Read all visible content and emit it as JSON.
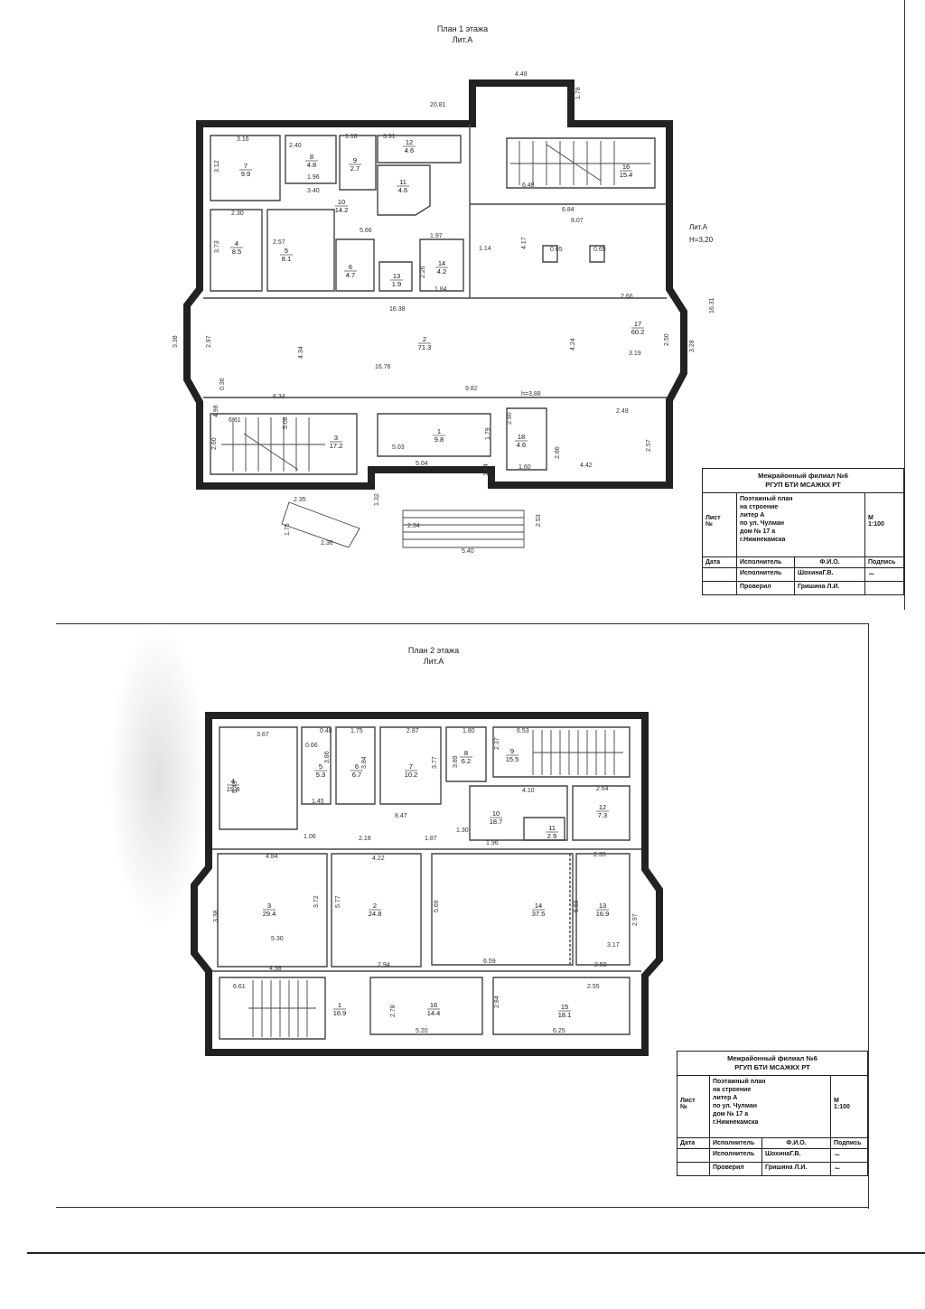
{
  "floor1": {
    "title": "План 1 этажа",
    "subtitle": "Лит.А",
    "lit_label": "Лит.А",
    "height_label": "Н=3,20",
    "ceiling_note": "h=3,88",
    "rooms": [
      {
        "num": "1",
        "area": "9.8"
      },
      {
        "num": "2",
        "area": "71.3"
      },
      {
        "num": "3",
        "area": "17.2"
      },
      {
        "num": "4",
        "area": "8.5"
      },
      {
        "num": "5",
        "area": "8.1"
      },
      {
        "num": "6",
        "area": "4.7"
      },
      {
        "num": "7",
        "area": "9.9"
      },
      {
        "num": "8",
        "area": "4.8"
      },
      {
        "num": "9",
        "area": "2.7"
      },
      {
        "num": "10",
        "area": "14.2"
      },
      {
        "num": "11",
        "area": "4.6"
      },
      {
        "num": "12",
        "area": "4.6"
      },
      {
        "num": "13",
        "area": "1.9"
      },
      {
        "num": "14",
        "area": "4.2"
      },
      {
        "num": "16",
        "area": "15.4"
      },
      {
        "num": "17",
        "area": "60.2"
      },
      {
        "num": "18",
        "area": "4.6"
      }
    ],
    "dims": [
      "4.48",
      "1.78",
      "20.81",
      "3.16",
      "2.40",
      "1.18",
      "3.91",
      "3.12",
      "1.96",
      "3.40",
      "6.48",
      "6.84",
      "8.07",
      "2.30",
      "3.73",
      "2.57",
      "5.66",
      "1.97",
      "4.17",
      "0.65",
      "0.65",
      "2.26",
      "1.84",
      "1.14",
      "16.38",
      "2.66",
      "16.31",
      "3.38",
      "2.97",
      "4.34",
      "16.76",
      "4.24",
      "3.19",
      "3.28",
      "2.50",
      "6.34",
      "0.36",
      "9.82",
      "4.98",
      "6.61",
      "5.08",
      "2.60",
      "5.03",
      "5.04",
      "1.79",
      "2.90",
      "2.49",
      "2.86",
      "2.57",
      "1.44",
      "1.60",
      "4.42",
      "1.32",
      "2.35",
      "2.34",
      "2.53",
      "5.40",
      "2.36",
      "1.75"
    ]
  },
  "floor2": {
    "title": "План 2 этажа",
    "subtitle": "Лит.А",
    "rooms": [
      {
        "num": "1",
        "area": "16.9"
      },
      {
        "num": "2",
        "area": "24.8"
      },
      {
        "num": "3",
        "area": "29.4"
      },
      {
        "num": "4",
        "area": "19.8"
      },
      {
        "num": "5",
        "area": "5.3"
      },
      {
        "num": "6",
        "area": "6.7"
      },
      {
        "num": "7",
        "area": "10.2"
      },
      {
        "num": "8",
        "area": "6.2"
      },
      {
        "num": "9",
        "area": "15.5"
      },
      {
        "num": "10",
        "area": "18.7"
      },
      {
        "num": "11",
        "area": "2.9"
      },
      {
        "num": "12",
        "area": "7.3"
      },
      {
        "num": "13",
        "area": "16.9"
      },
      {
        "num": "14",
        "area": "37.5"
      },
      {
        "num": "15",
        "area": "18.1"
      },
      {
        "num": "16",
        "area": "14.4"
      }
    ],
    "dims": [
      "3.67",
      "1.75",
      "2.87",
      "1.80",
      "6.53",
      "0.66",
      "0.48",
      "3.86",
      "3.84",
      "3.77",
      "3.89",
      "2.37",
      "5.49",
      "1.45",
      "8.47",
      "4.10",
      "2.64",
      "1.06",
      "2.18",
      "1.87",
      "1.30",
      "1.96",
      "4.84",
      "4.22",
      "2.35",
      "3.38",
      "3.72",
      "5.77",
      "5.69",
      "5.69",
      "2.97",
      "5.30",
      "3.17",
      "4.38",
      "2.94",
      "6.59",
      "2.59",
      "6.61",
      "2.55",
      "2.78",
      "2.84",
      "5.20",
      "6.25"
    ]
  },
  "title_block_1": {
    "org_line1": "Межрайонный филиал №6",
    "org_line2": "РГУП БТИ МСАЖКХ РТ",
    "sheet_label": "Лист",
    "sheet_no": "№",
    "desc_lines": [
      "Поэтажный план",
      "на строение",
      "литер А",
      "по ул. Чулман",
      "дом № 17 а",
      "г.Нижнекамска"
    ],
    "scale_label": "М",
    "scale": "1:100",
    "col_date": "Дата",
    "col_role": "Исполнитель",
    "col_name": "Ф.И.О.",
    "col_sign": "Подпись",
    "row1_role": "Исполнитель",
    "row1_name": "ШохинаГ.В.",
    "row2_role": "Проверил",
    "row2_name": "Гришина Л.И."
  },
  "title_block_2": {
    "org_line1": "Межрайонный филиал №6",
    "org_line2": "РГУП БТИ МСАЖКХ РТ",
    "sheet_label": "Лист",
    "sheet_no": "№",
    "desc_lines": [
      "Поэтажный план",
      "на строение",
      "литер А",
      "по ул. Чулман",
      "дом № 17 а",
      "г.Нижнекамска"
    ],
    "scale_label": "М",
    "scale": "1:100",
    "col_date": "Дата",
    "col_role": "Исполнитель",
    "col_name": "Ф.И.О.",
    "col_sign": "Подпись",
    "row1_role": "Исполнитель",
    "row1_name": "ШохинаГ.В.",
    "row2_role": "Проверил",
    "row2_name": "Гришина Л.И."
  }
}
